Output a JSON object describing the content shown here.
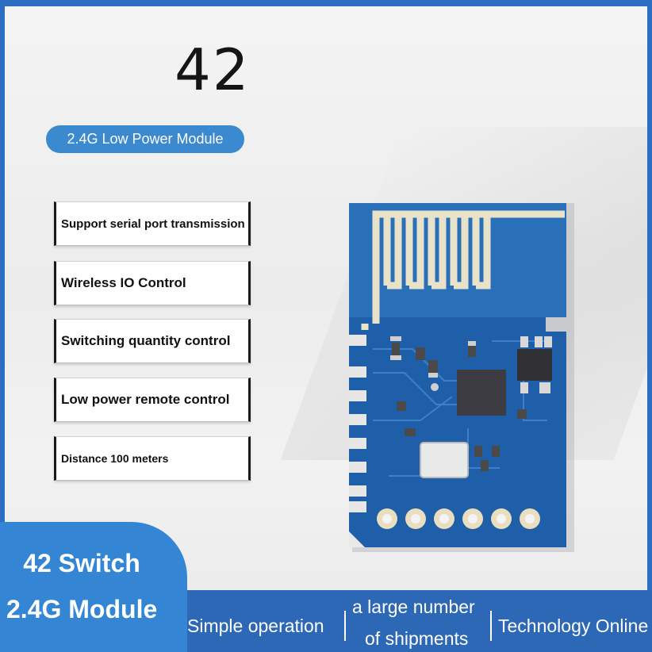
{
  "title": "42",
  "subtitle": "2.4G Low Power Module",
  "features": [
    "Support serial port transmission",
    "Wireless IO Control",
    "Switching quantity control",
    "Low power remote control",
    "Distance 100 meters"
  ],
  "badge": {
    "line1": "42 Switch",
    "line2": "2.4G Module"
  },
  "band": {
    "item1": "Simple operation",
    "item2_line1": "a large number",
    "item2_line2": "of shipments",
    "item3": "Technology Online"
  },
  "colors": {
    "brand_blue": "#2d68b7",
    "pill_blue": "#3b89cf",
    "pcb_blue": "#1f5ea8"
  }
}
